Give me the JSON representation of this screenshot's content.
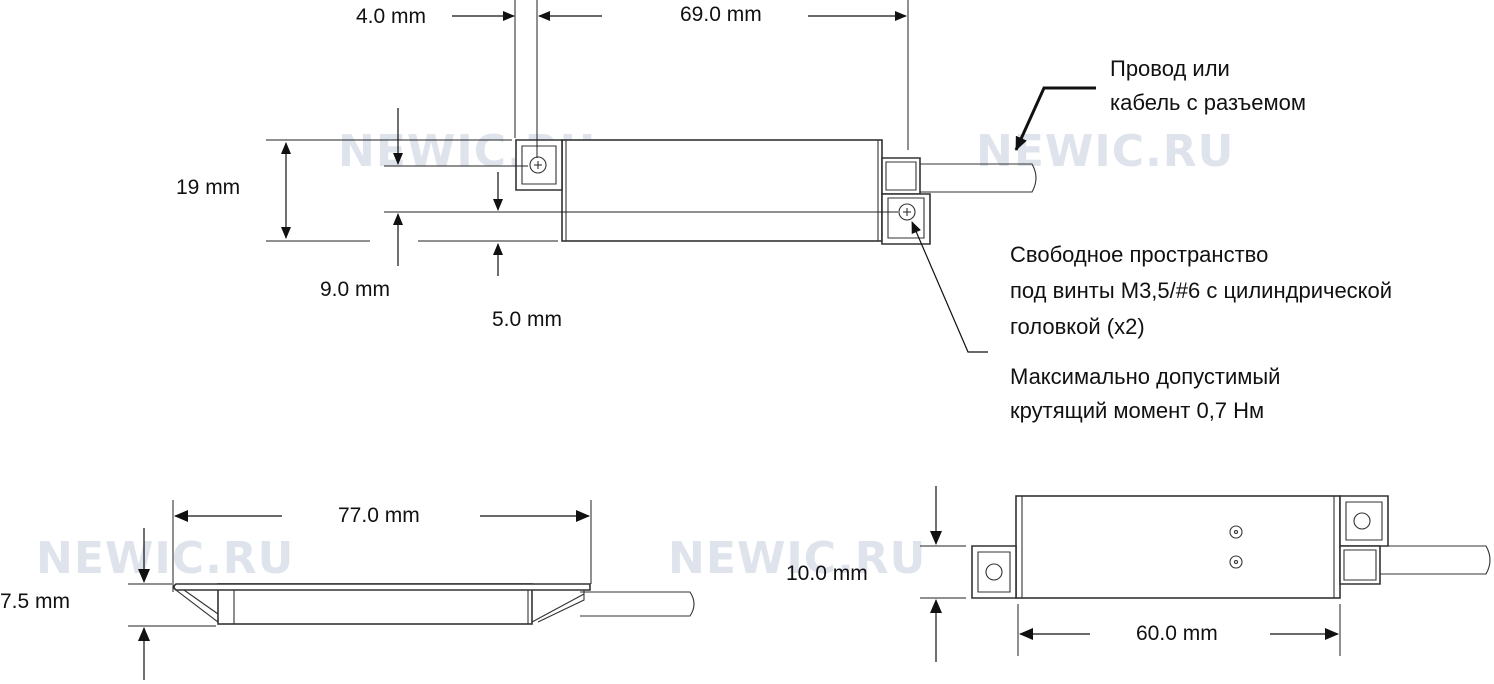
{
  "watermarks": [
    "NEWIC.RU",
    "NEWIC.RU",
    "NEWIC.RU",
    "NEWIC.RU"
  ],
  "top_view": {
    "dim_4": "4.0 mm",
    "dim_69": "69.0 mm",
    "dim_19": "19 mm",
    "dim_9": "9.0 mm",
    "dim_5": "5.0 mm"
  },
  "cable_note": [
    "Провод или",
    "кабель с разъемом"
  ],
  "screw_note": [
    "Свободное пространство",
    "под винты М3,5/#6 с цилиндрической",
    "головкой (x2)"
  ],
  "torque_note": [
    "Максимально допустимый",
    "крутящий момент 0,7 Нм"
  ],
  "side_view": {
    "dim_77": "77.0 mm",
    "dim_7_5": "7.5 mm"
  },
  "bottom_view": {
    "dim_10": "10.0 mm",
    "dim_60": "60.0 mm"
  }
}
